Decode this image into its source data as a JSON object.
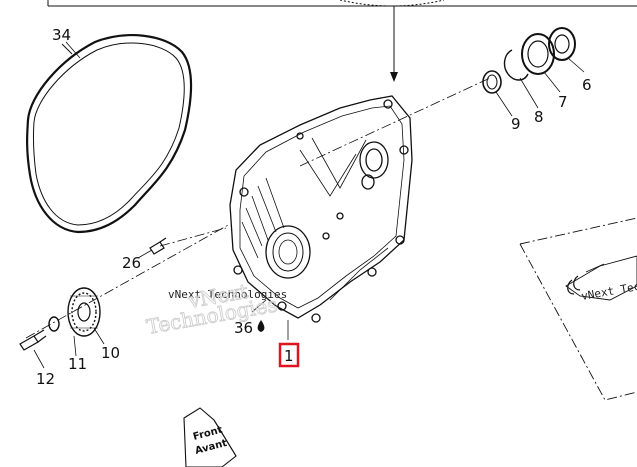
{
  "callouts": {
    "c34": "34",
    "c6": "6",
    "c7": "7",
    "c8": "8",
    "c9": "9",
    "c26": "26",
    "c36": "36",
    "c1": "1",
    "c10": "10",
    "c11": "11",
    "c12": "12"
  },
  "highlight_color": "#e0141e",
  "watermark": {
    "line1": "vNext Technologies",
    "line2": "vNext",
    "line3": "Technologies",
    "line4": "vNext Technologies"
  },
  "direction_tag": {
    "line1": "Front",
    "line2": "Avant"
  }
}
